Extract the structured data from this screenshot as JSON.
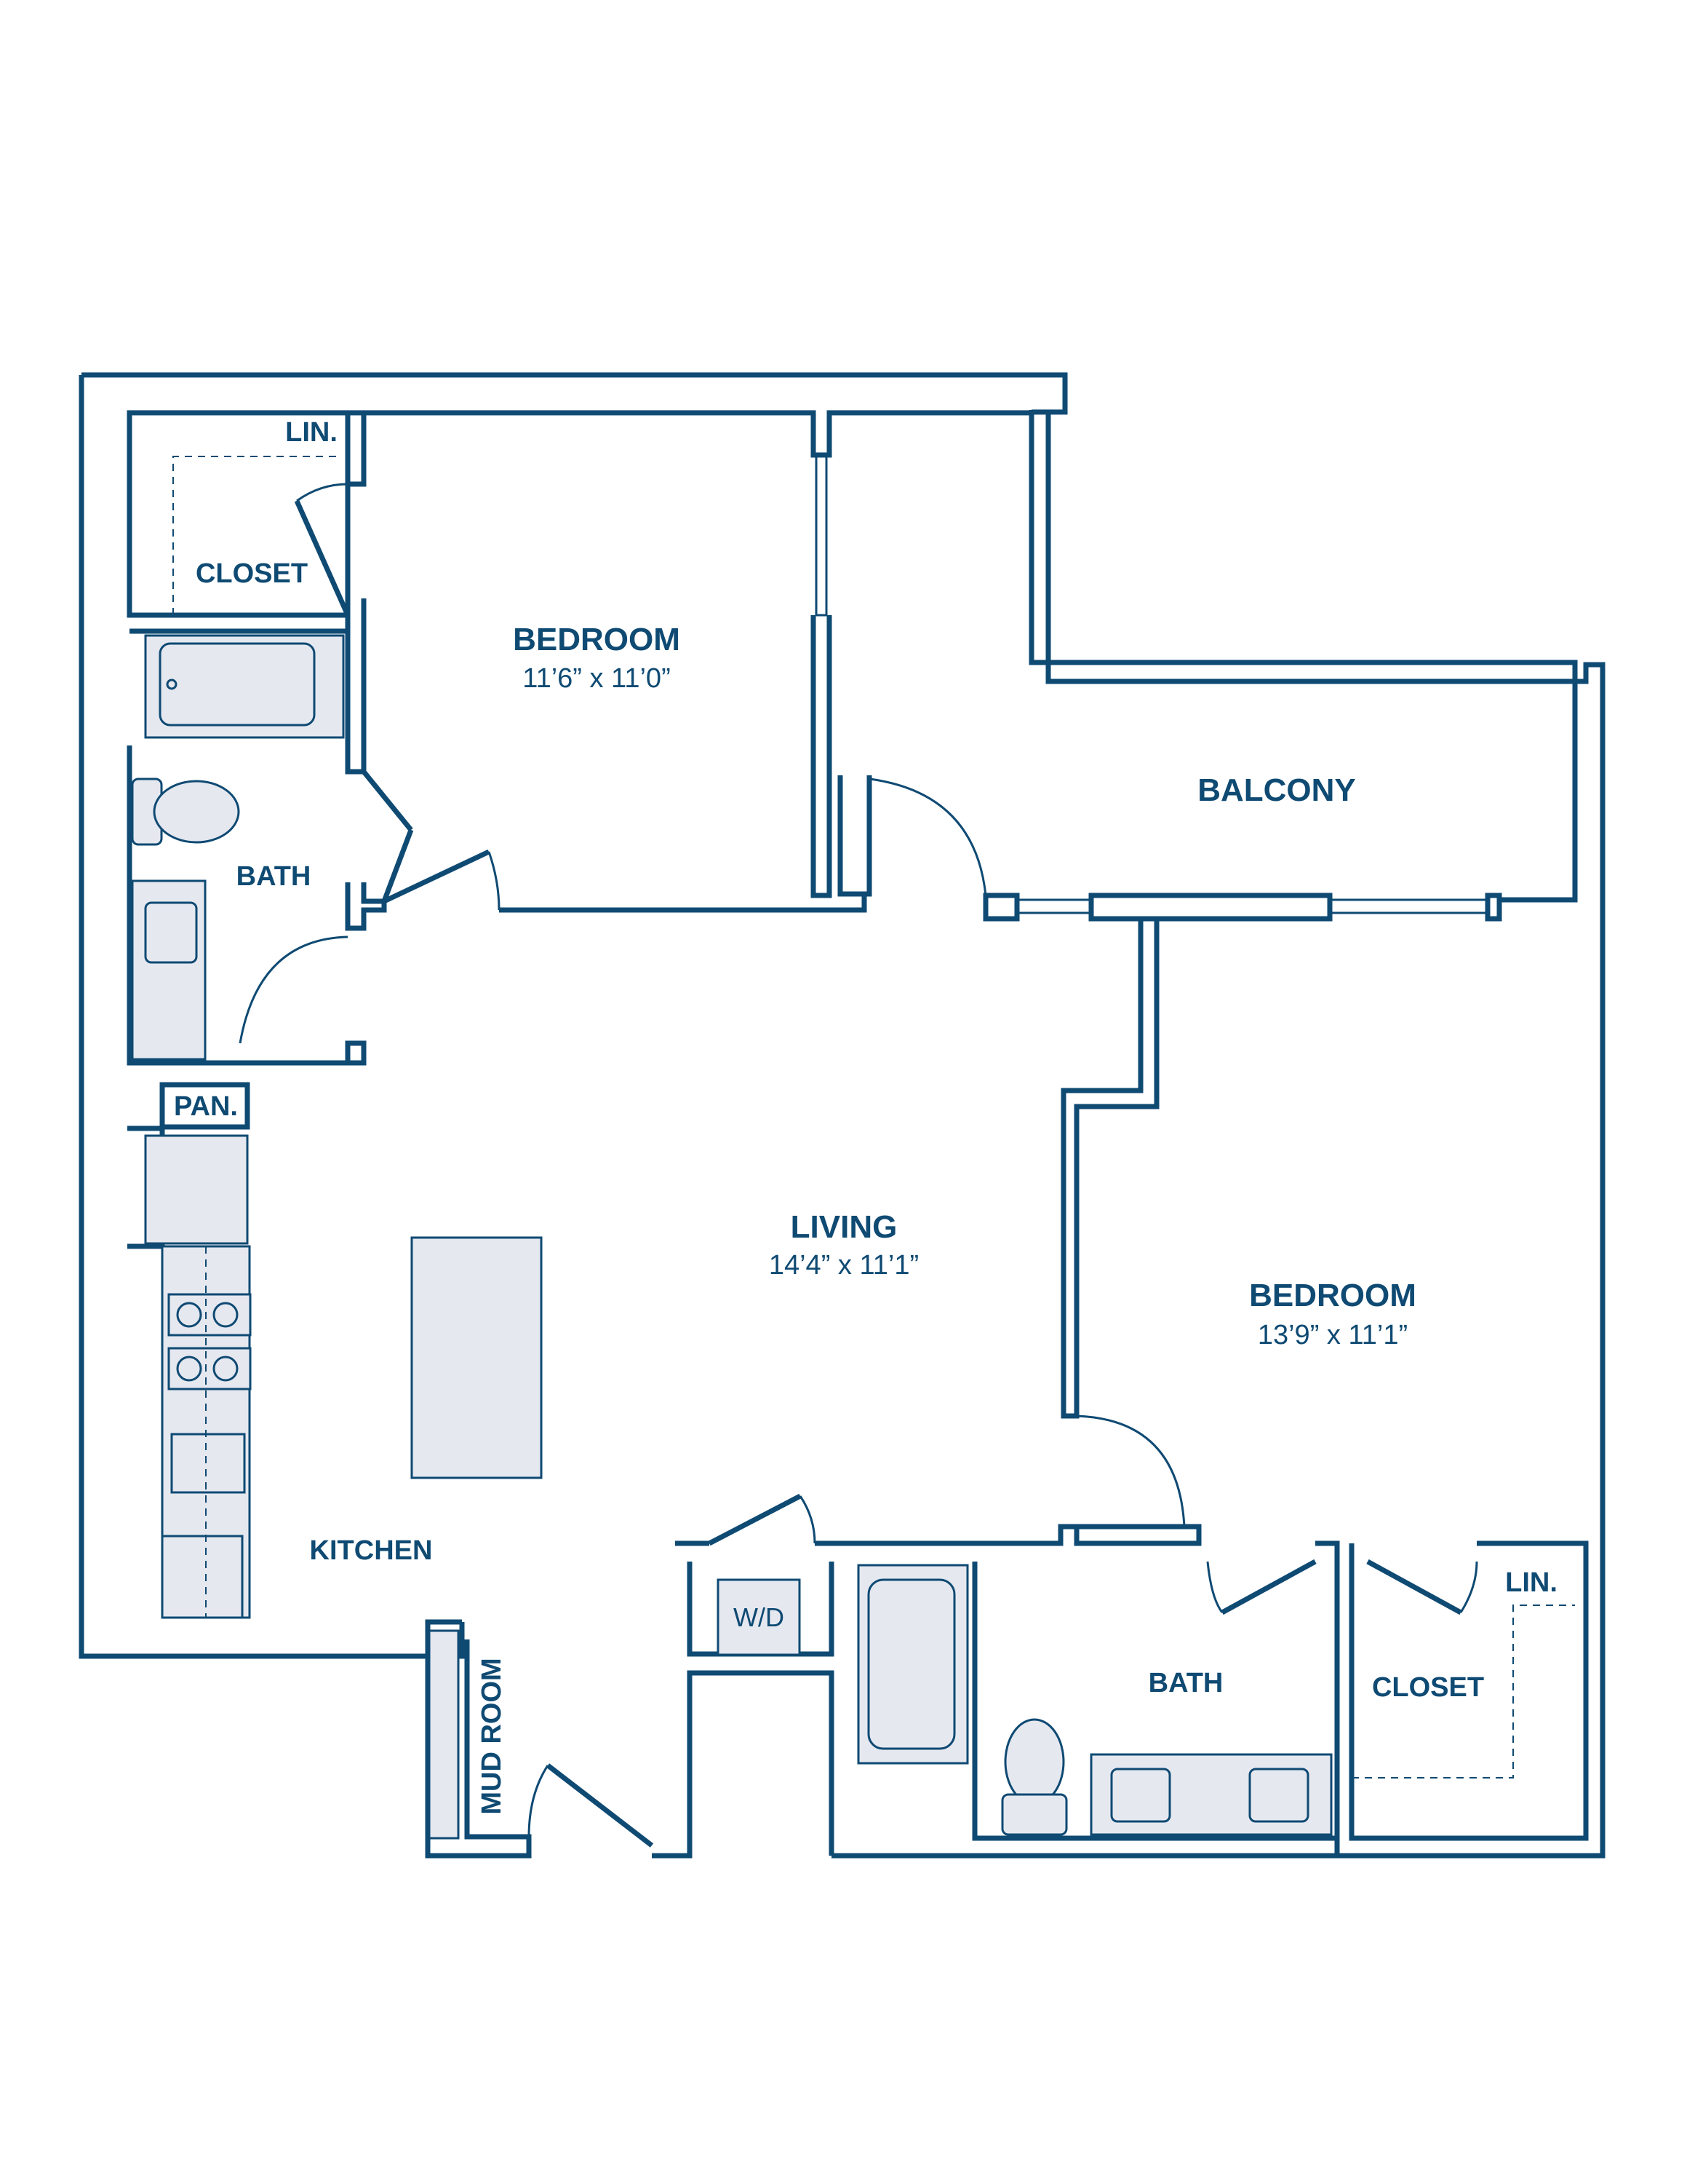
{
  "rooms": {
    "bedroom_1": {
      "name": "BEDROOM",
      "dims": "11’6” x 11’0”"
    },
    "bedroom_2": {
      "name": "BEDROOM",
      "dims": "13’9” x 11’1”"
    },
    "living": {
      "name": "LIVING",
      "dims": "14’4” x 11’1”"
    },
    "balcony": {
      "name": "BALCONY"
    },
    "closet_1": {
      "name": "CLOSET"
    },
    "closet_2": {
      "name": "CLOSET"
    },
    "bath_1": {
      "name": "BATH"
    },
    "bath_2": {
      "name": "BATH"
    },
    "kitchen": {
      "name": "KITCHEN"
    },
    "mud_room": {
      "name": "MUD ROOM"
    },
    "linen_1": {
      "name": "LIN."
    },
    "linen_2": {
      "name": "LIN."
    },
    "pantry": {
      "name": "PAN."
    },
    "washer_dryer": {
      "name": "W/D"
    }
  },
  "colors": {
    "wall": "#0f4a73",
    "fixture_fill": "#e6e8f0",
    "text": "#0f4a73",
    "background": "#ffffff"
  }
}
